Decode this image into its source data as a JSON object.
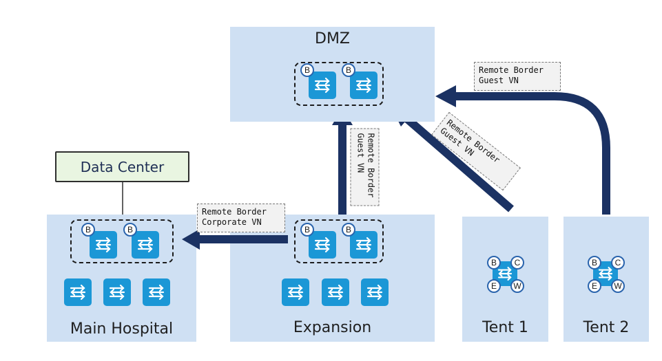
{
  "sites": {
    "dmz": "DMZ",
    "main_hospital": "Main Hospital",
    "expansion": "Expansion",
    "tent1": "Tent 1",
    "tent2": "Tent 2"
  },
  "data_center": "Data Center",
  "badges": {
    "border": "B",
    "control": "C",
    "edge": "E",
    "wireless": "W"
  },
  "callouts": {
    "remote_border_guest_top": "Remote Border\nGuest VN",
    "remote_border_guest_diag": "Remote Border\nGuest VN",
    "remote_border_guest_vert": "Remote Border\nGuest VN",
    "remote_border_corporate": "Remote Border\nCorporate VN"
  },
  "colors": {
    "site_fill": "#cfe0f3",
    "switch": "#1b97d6",
    "arrow": "#1b3263",
    "data_center_fill": "#e9f5e1"
  },
  "icons": {
    "switch": "arrows-exchange-icon"
  }
}
